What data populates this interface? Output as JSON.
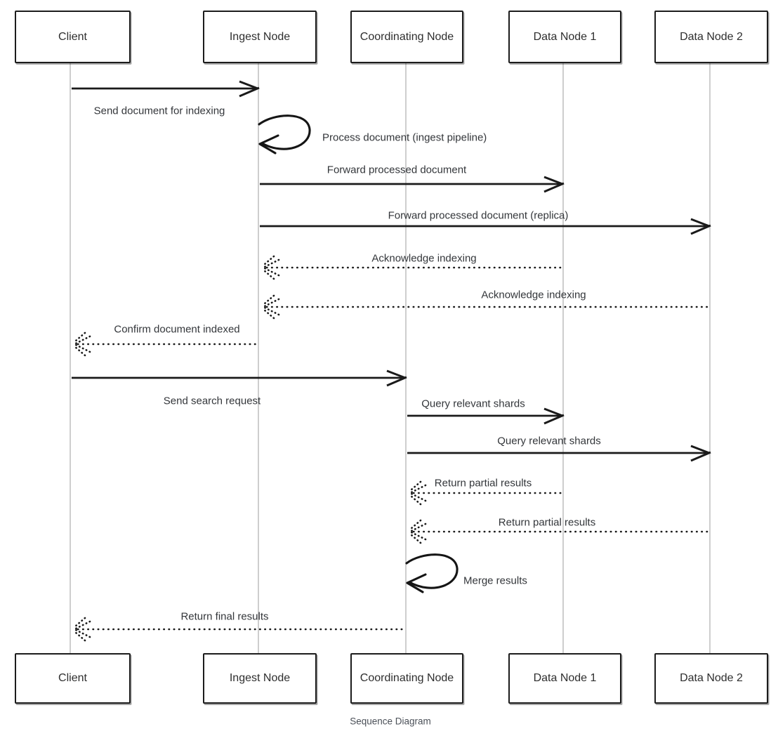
{
  "diagram": {
    "caption": "Sequence Diagram",
    "actors": [
      {
        "id": "client",
        "label": "Client"
      },
      {
        "id": "ingest-node",
        "label": "Ingest Node"
      },
      {
        "id": "coordinating-node",
        "label": "Coordinating Node"
      },
      {
        "id": "data-node-1",
        "label": "Data Node 1"
      },
      {
        "id": "data-node-2",
        "label": "Data Node 2"
      }
    ],
    "messages": [
      {
        "from": "Client",
        "to": "Ingest Node",
        "label": "Send document for indexing",
        "style": "solid"
      },
      {
        "from": "Ingest Node",
        "to": "Ingest Node",
        "label": "Process document (ingest pipeline)",
        "style": "self"
      },
      {
        "from": "Ingest Node",
        "to": "Data Node 1",
        "label": "Forward processed document",
        "style": "solid"
      },
      {
        "from": "Ingest Node",
        "to": "Data Node 2",
        "label": "Forward processed document (replica)",
        "style": "solid"
      },
      {
        "from": "Data Node 1",
        "to": "Ingest Node",
        "label": "Acknowledge indexing",
        "style": "dashed"
      },
      {
        "from": "Data Node 2",
        "to": "Ingest Node",
        "label": "Acknowledge indexing",
        "style": "dashed"
      },
      {
        "from": "Ingest Node",
        "to": "Client",
        "label": "Confirm document indexed",
        "style": "dashed"
      },
      {
        "from": "Client",
        "to": "Coordinating Node",
        "label": "Send search request",
        "style": "solid"
      },
      {
        "from": "Coordinating Node",
        "to": "Data Node 1",
        "label": "Query relevant shards",
        "style": "solid"
      },
      {
        "from": "Coordinating Node",
        "to": "Data Node 2",
        "label": "Query relevant shards",
        "style": "solid"
      },
      {
        "from": "Data Node 1",
        "to": "Coordinating Node",
        "label": "Return partial results",
        "style": "dashed"
      },
      {
        "from": "Data Node 2",
        "to": "Coordinating Node",
        "label": "Return partial results",
        "style": "dashed"
      },
      {
        "from": "Coordinating Node",
        "to": "Coordinating Node",
        "label": "Merge results",
        "style": "self"
      },
      {
        "from": "Coordinating Node",
        "to": "Client",
        "label": "Return final results",
        "style": "dashed"
      }
    ],
    "icons": {
      "zoom_in": "zoom-in-icon"
    },
    "colors": {
      "stroke": "#1a1a1a",
      "lifeline": "#b3b3b3",
      "label_text": "#33363a",
      "caption_text": "#4b5058",
      "zoom_icon": "#64748b"
    }
  }
}
